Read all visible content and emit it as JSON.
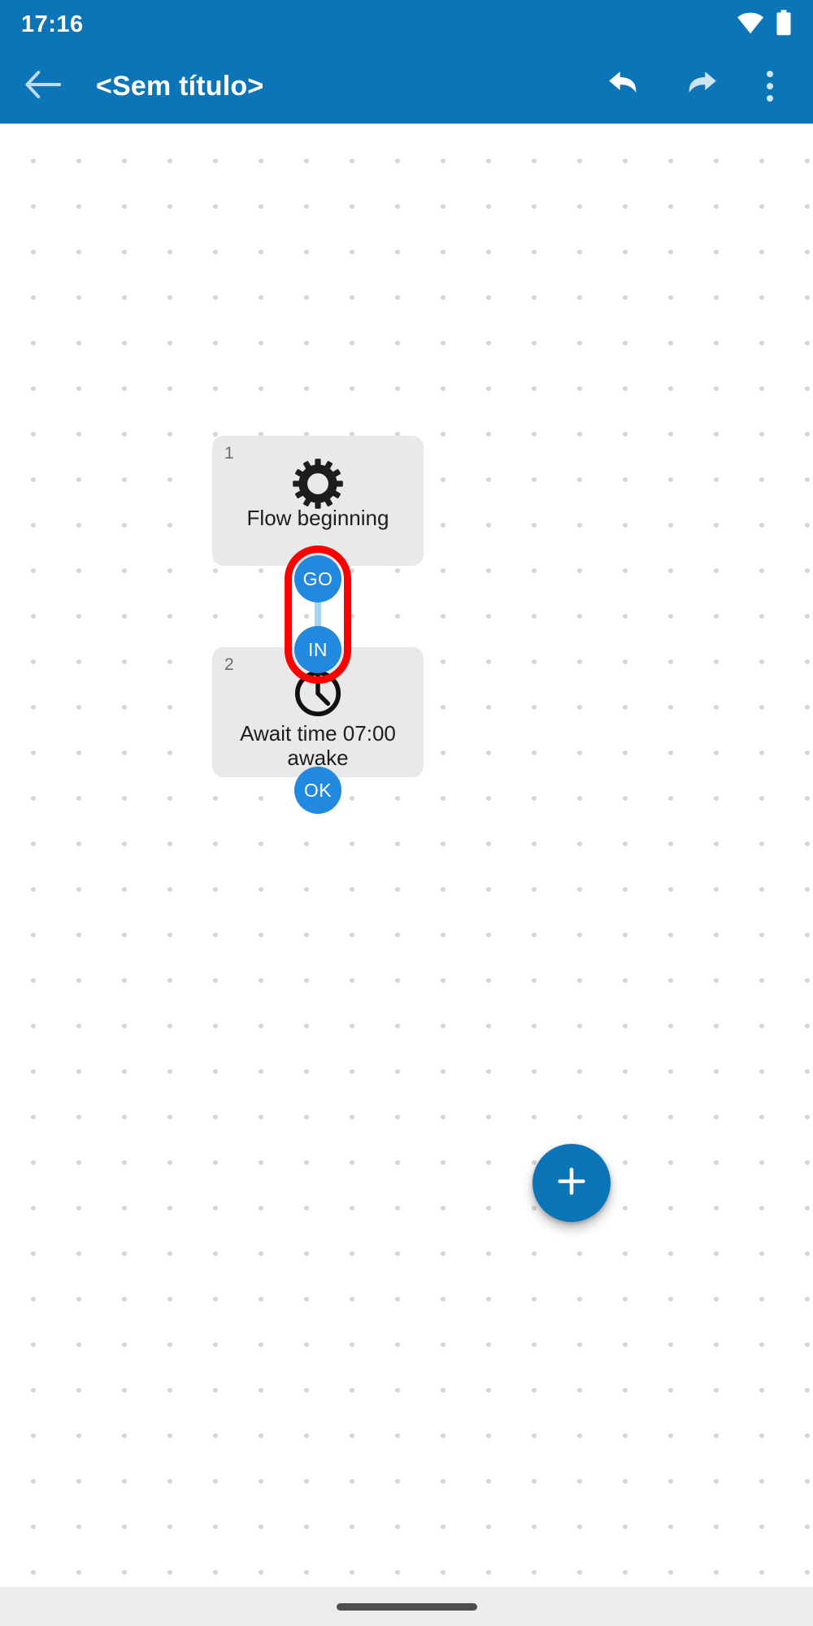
{
  "status_bar": {
    "time": "17:16",
    "icons": [
      "wifi-icon",
      "battery-icon"
    ]
  },
  "app_bar": {
    "back_icon": "back-arrow-icon",
    "title": "<Sem título>",
    "undo_icon": "undo-icon",
    "redo_icon": "redo-icon",
    "overflow_icon": "overflow-menu-icon",
    "background_color": "#0b75b8"
  },
  "canvas": {
    "background_color": "#ffffff",
    "dot_color": "#d8d8d8",
    "nodes": [
      {
        "index": "1",
        "icon": "gear-icon",
        "label": "Flow beginning",
        "out_port": "GO"
      },
      {
        "index": "2",
        "icon": "clock-icon",
        "label": "Await time 07:00 awake",
        "in_port": "IN",
        "out_port": "OK"
      }
    ],
    "selection": {
      "selected_ports": [
        "GO",
        "IN"
      ],
      "highlight_color": "#ff0000"
    },
    "port_color": "#2289e0",
    "wire_color": "#a9d3f2"
  },
  "fab": {
    "icon": "plus-icon",
    "color": "#0b75b8"
  },
  "nav_bar": {
    "handle": "gesture-handle",
    "background_color": "#ececec"
  }
}
